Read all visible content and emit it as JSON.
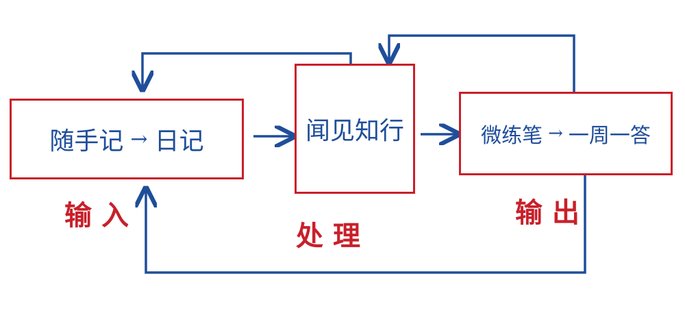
{
  "colors": {
    "box_border": "#c8202a",
    "connector": "#1f4e9a",
    "node_text": "#1f4e9a",
    "label_text": "#c8202a"
  },
  "nodes": {
    "input": {
      "part1": "随手记",
      "arrow": "→",
      "part2": "日记"
    },
    "process": {
      "text": "闻见知行"
    },
    "output": {
      "part1": "微练笔",
      "arrow": "→",
      "part2": "一周一答"
    }
  },
  "labels": {
    "input": "输入",
    "process": "处理",
    "output": "输出"
  }
}
